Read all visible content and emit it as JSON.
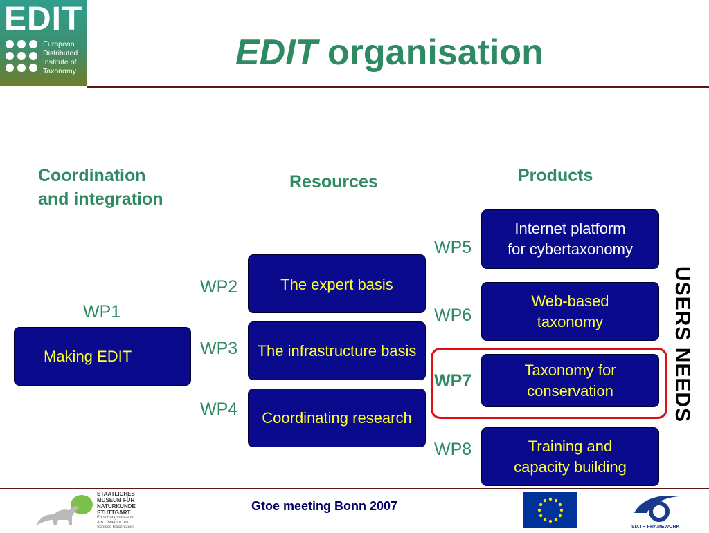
{
  "logo": {
    "title": "EDIT",
    "lines": [
      "European",
      "Distributed",
      "Institute of",
      "Taxonomy"
    ]
  },
  "title": {
    "italic": "EDIT",
    "rest": " organisation"
  },
  "headers": {
    "coordination_line1": "Coordination",
    "coordination_line2": "and integration",
    "resources": "Resources",
    "products": "Products"
  },
  "coordination": {
    "wp": "WP1",
    "box": "Making EDIT"
  },
  "resources": [
    {
      "wp": "WP2",
      "label": "The expert basis"
    },
    {
      "wp": "WP3",
      "label": "The infrastructure basis"
    },
    {
      "wp": "WP4",
      "label": "Coordinating research"
    }
  ],
  "products": [
    {
      "wp": "WP5",
      "line1": "Internet platform",
      "line2": "for cybertaxonomy"
    },
    {
      "wp": "WP6",
      "line1": "Web-based",
      "line2": "taxonomy"
    },
    {
      "wp": "WP7",
      "line1": "Taxonomy for",
      "line2": "conservation"
    },
    {
      "wp": "WP8",
      "line1": "Training and",
      "line2": "capacity building"
    }
  ],
  "side_label": "USERS NEEDS",
  "footer": {
    "meeting": "Gtoe meeting Bonn 2007",
    "museum_lines": [
      "STAATLICHES",
      "MUSEUM FÜR",
      "NATURKUNDE",
      "STUTTGART"
    ],
    "museum_sub": [
      "Forschungsmuseum",
      "Am Löwentor und",
      "Schloss Rosenstein"
    ],
    "fp6": "SIXTH FRAMEWORK PROGRAMME"
  },
  "colors": {
    "accent": "#2e8a62",
    "box_fill": "#0a0a8c",
    "box_text": "#ffff33",
    "highlight": "#e01010"
  }
}
